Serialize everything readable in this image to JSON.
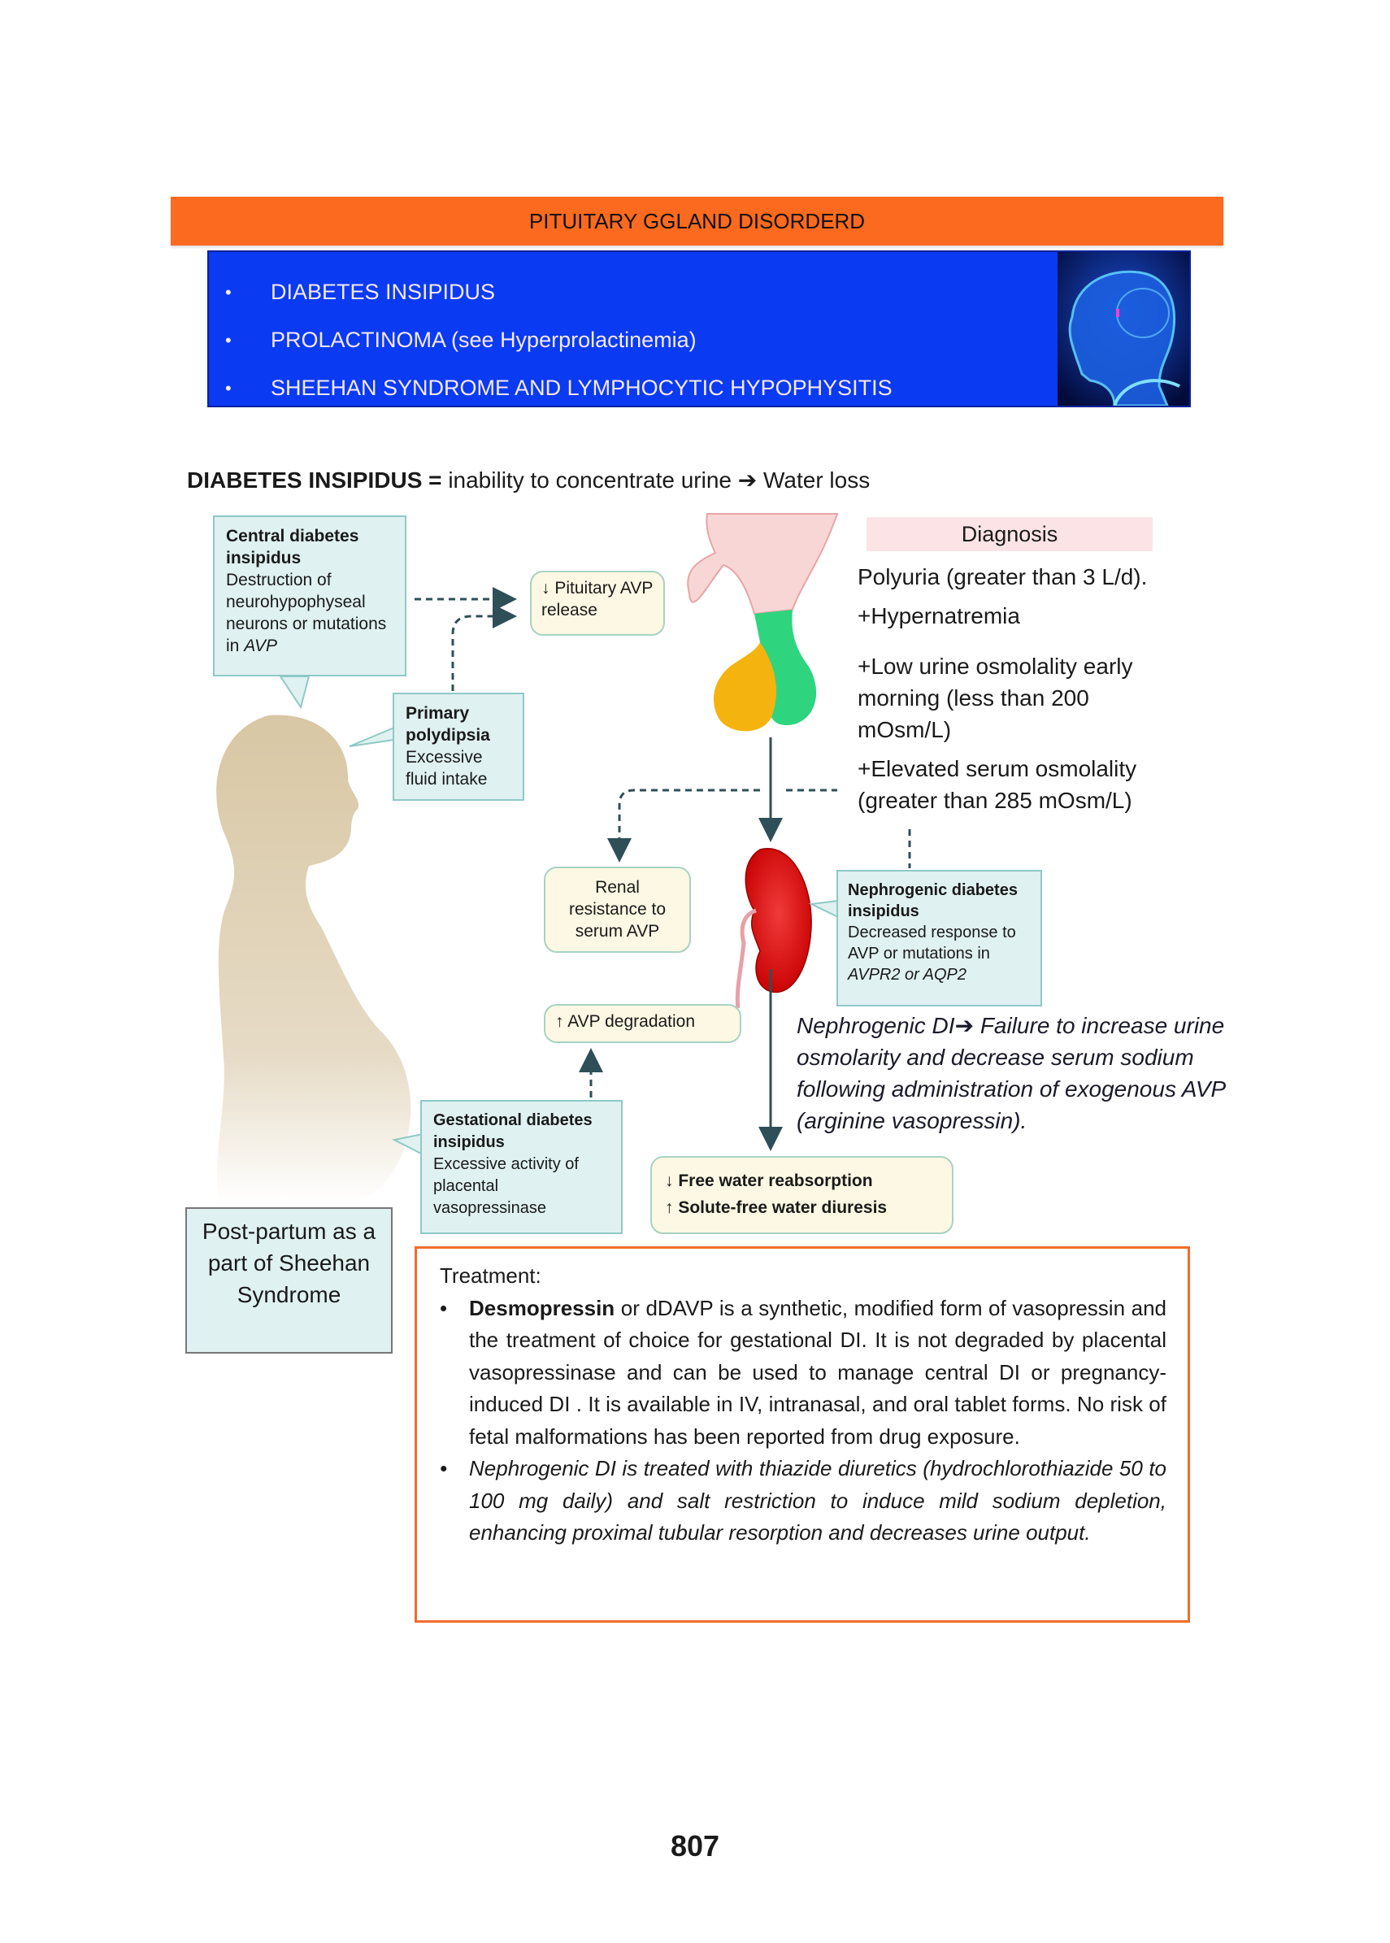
{
  "header": {
    "title": "PITUITARY GGLAND DISORDERD"
  },
  "topics": [
    {
      "label": "DIABETES  INSIPIDUS"
    },
    {
      "label": "PROLACTINOMA (see Hyperprolactinemia)"
    },
    {
      "label": "SHEEHAN SYNDROME AND LYMPHOCYTIC HYPOPHYSITIS"
    }
  ],
  "definition": {
    "term": "DIABETES  INSIPIDUS",
    "equals": "=",
    "text": "inability  to concentrate urine",
    "arrow": "➔",
    "result": "Water loss"
  },
  "diagram": {
    "central": {
      "title": "Central diabetes insipidus",
      "body": "Destruction of neurohypophyseal neurons or mutations in ",
      "body_italic": "AVP"
    },
    "pituitary_release": {
      "arrow": "↓",
      "text": "Pituitary AVP release"
    },
    "primary": {
      "title": "Primary polydipsia",
      "body": "Excessive fluid intake"
    },
    "renal": {
      "text": "Renal resistance to serum AVP"
    },
    "nephrogenic": {
      "title": "Nephrogenic diabetes insipidus",
      "body": "Decreased response to AVP or mutations in ",
      "body_italic": "AVPR2 or AQP2"
    },
    "degradation": {
      "arrow": "↑",
      "text": "AVP degradation"
    },
    "gestational": {
      "title": "Gestational diabetes insipidus",
      "body": "Excessive activity of placental vasopressinase"
    },
    "outcome": {
      "line1": "↓ Free water reabsorption",
      "line2": "↑ Solute-free water diuresis"
    },
    "postpartum": "Post-partum as a part of Sheehan Syndrome"
  },
  "diagnosis": {
    "label": "Diagnosis",
    "items": [
      "Polyuria  (greater than 3 L/d).",
      "+Hypernatremia",
      "+Low urine osmolality early",
      "morning (less than  200",
      "mOsm/L)",
      "+Elevated serum  osmolality",
      "(greater than  285 mOsm/L)"
    ]
  },
  "nephrogenic_note": {
    "lead": "Nephrogenic DI",
    "arrow": "➔",
    "text": "Failure  to  increase urine  osmolarity and  decrease serum sodium  following administration of exogenous AVP (arginine vasopressin)."
  },
  "treatment": {
    "title": "Treatment:",
    "item1_bold": "Desmopressin",
    "item1": " or dDAVP is a synthetic, modified form of vasopressin and the treatment of choice for gestational DI. It is not degraded by placental vasopressinase and can be used to manage central DI or pregnancy-induced DI . It is available in IV, intranasal, and oral tablet forms. No risk of fetal malformations has been reported from drug exposure.",
    "item2": "Nephrogenic DI is treated with thiazide diuretics (hydrochlorothiazide 50 to 100 mg daily) and salt restriction to induce mild sodium depletion, enhancing proximal tubular resorption and decreases urine output."
  },
  "page_number": "807",
  "colors": {
    "header": "#fb6a1e",
    "blue_panel": "#0a3af2",
    "box_teal": "#dff1f0",
    "box_yellow": "#fdf8e3",
    "treatment_border": "#f26c2a"
  }
}
